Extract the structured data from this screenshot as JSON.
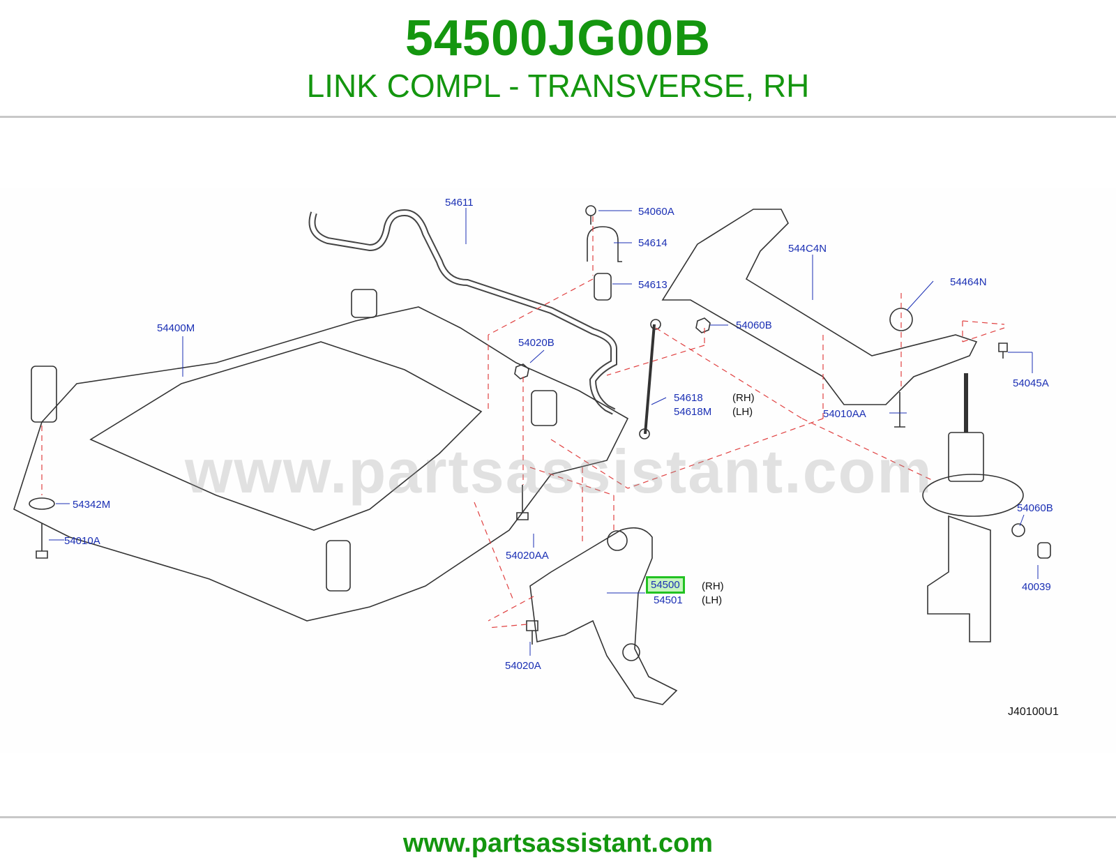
{
  "header": {
    "part_number": "54500JG00B",
    "description": "LINK COMPL - TRANSVERSE, RH"
  },
  "diagram": {
    "watermark": "www.partsassistant.com",
    "drawing_code": "J40100U1",
    "labels": {
      "l54611": "54611",
      "l54060A": "54060A",
      "l54614": "54614",
      "l54613": "54613",
      "l544C4N": "544C4N",
      "l54464N": "54464N",
      "l54060B_top": "54060B",
      "l54400M": "54400M",
      "l54020B": "54020B",
      "l54618": "54618",
      "l54618M": "54618M",
      "l54010AA": "54010AA",
      "l54045A": "54045A",
      "l54342M": "54342M",
      "l54010A": "54010A",
      "l54020AA": "54020AA",
      "l54060B_right": "54060B",
      "l54500": "54500",
      "l54501": "54501",
      "l40039": "40039",
      "l54020A": "54020A"
    },
    "sides": {
      "rh_1": "(RH)",
      "lh_1": "(LH)",
      "rh_2": "(RH)",
      "lh_2": "(LH)"
    },
    "highlighted_part": "54500",
    "colors": {
      "header_green": "#14960f",
      "label_blue": "#1a2fb4",
      "leader_red": "#e04040",
      "highlight_green": "#22c222"
    }
  },
  "footer": {
    "url": "www.partsassistant.com"
  }
}
